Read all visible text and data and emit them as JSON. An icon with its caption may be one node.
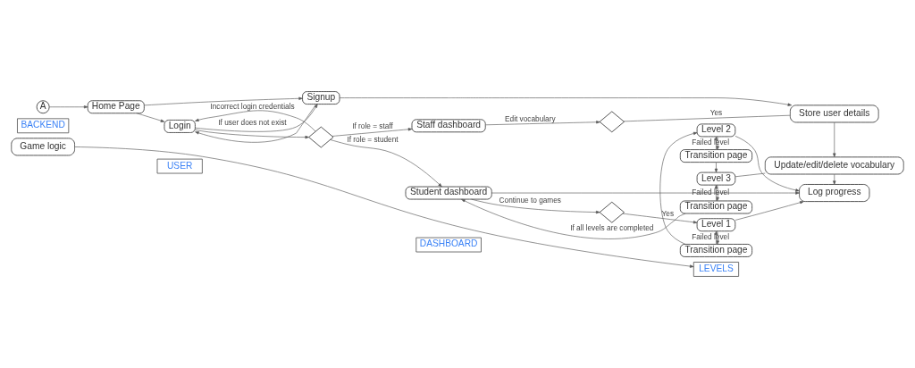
{
  "diagram": {
    "nodes": [
      {
        "text": [
          "USER"
        ]
      },
      {
        "text": [
          "DASHBOARD"
        ]
      },
      {
        "text": [
          "LEVELS"
        ]
      },
      {
        "text": [
          "BACKEND"
        ]
      },
      {
        "text": [
          "Game logic"
        ]
      },
      {
        "text": [
          "Student dashboard"
        ]
      },
      {
        "text": [],
        "shape": "diamond"
      },
      {
        "text": [
          "Level 1"
        ]
      },
      {
        "text": [
          "Transition page"
        ]
      },
      {
        "text": [
          "Log progress"
        ]
      },
      {
        "text": [],
        "shape": "diamond"
      },
      {
        "text": [
          "Level 2"
        ]
      },
      {
        "text": [
          "Staff dashboard"
        ]
      },
      {
        "text": [],
        "shape": "diamond"
      },
      {
        "text": [
          "Transition page"
        ]
      },
      {
        "text": [
          "Login"
        ]
      },
      {
        "text": [
          "Level 3"
        ]
      },
      {
        "text": [
          "Update/edit/delete vocabulary"
        ]
      },
      {
        "text": [
          "Transition page"
        ]
      },
      {
        "text": [
          "A"
        ]
      },
      {
        "text": [
          "Home Page"
        ]
      },
      {
        "text": [
          "Signup"
        ]
      },
      {
        "text": [
          "Store user details"
        ]
      }
    ],
    "edges": [
      {
        "from": 19,
        "to": 20,
        "arrow": "to"
      },
      {
        "from": 20,
        "to": 15,
        "arrow": "to"
      },
      {
        "from": 20,
        "to": 21,
        "arrow": "to"
      },
      {
        "from": 15,
        "to": 21,
        "label": "If user does not exist",
        "arrow": "to"
      },
      {
        "from": 21,
        "to": 15,
        "arrow": "to"
      },
      {
        "from": 15,
        "to": 10,
        "arrow": "to"
      },
      {
        "from": 10,
        "to": 15,
        "label": "Incorrect login credentials",
        "arrow": "to"
      },
      {
        "from": 10,
        "to": 5,
        "label": "If role = student",
        "arrow": "to"
      },
      {
        "from": 10,
        "to": 12,
        "label": "If role = staff",
        "arrow": "to"
      },
      {
        "from": 21,
        "to": 22,
        "arrow": "to"
      },
      {
        "from": 5,
        "to": 6,
        "label": "Continue to games",
        "arrow": "to"
      },
      {
        "from": 5,
        "to": 9,
        "arrow": "to"
      },
      {
        "from": 6,
        "to": 7,
        "label": "Yes",
        "arrow": "to"
      },
      {
        "from": 7,
        "to": 8,
        "arrow": "to"
      },
      {
        "from": 8,
        "to": 7,
        "label": "Failed level",
        "arrow": "to"
      },
      {
        "from": 8,
        "to": 11,
        "arrow": "to"
      },
      {
        "from": 11,
        "to": 14,
        "arrow": "to"
      },
      {
        "from": 14,
        "to": 11,
        "label": "Failed level",
        "arrow": "to"
      },
      {
        "from": 14,
        "to": 16,
        "arrow": "to"
      },
      {
        "from": 16,
        "to": 18,
        "arrow": "to"
      },
      {
        "from": 18,
        "to": 16,
        "label": "Failed level",
        "arrow": "to"
      },
      {
        "from": 18,
        "to": 5,
        "label": "If all levels are completed",
        "arrow": "to"
      },
      {
        "from": 7,
        "to": 9,
        "arrow": "to"
      },
      {
        "from": 11,
        "to": 9,
        "arrow": "to"
      },
      {
        "from": 16,
        "to": 17,
        "arrow": "none"
      },
      {
        "from": 17,
        "to": 9,
        "arrow": "to"
      },
      {
        "from": 22,
        "to": 17,
        "arrow": "to"
      },
      {
        "from": 12,
        "to": 13,
        "label": "Edit vocabulary",
        "arrow": "to"
      },
      {
        "from": 13,
        "to": 22,
        "label": "Yes",
        "arrow": "none"
      },
      {
        "from": 4,
        "to": 2,
        "arrow": "to"
      }
    ]
  }
}
